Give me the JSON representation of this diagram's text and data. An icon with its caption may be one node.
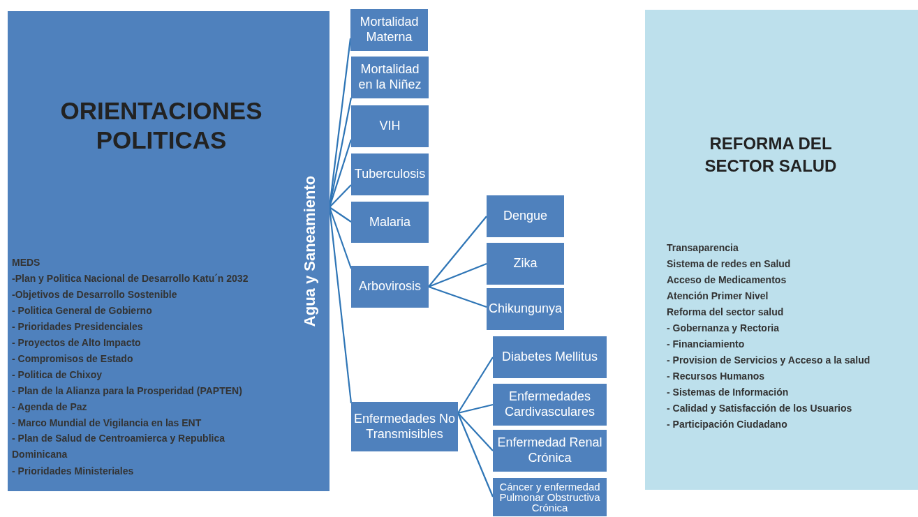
{
  "diagram": {
    "nodes": [
      {
        "text": [
          "ORIENTACIONES POLITICAS",
          "MEDS",
          "-Plan y Politica Nacional de Desarrollo Katu´n 2032",
          "-Objetivos de Desarrollo Sostenible",
          "- Politica General de Gobierno",
          "- Prioridades Presidenciales",
          "- Proyectos de Alto Impacto",
          "- Compromisos de Estado",
          "- Politica de Chixoy",
          "- Plan de la Alianza para la Prosperidad (PAPTEN)",
          "- Agenda de Paz",
          "- Marco Mundial de Vigilancia en las ENT",
          "- Plan de Salud de Centroamierca y Republica Dominicana",
          "- Prioridades Ministeriales"
        ]
      },
      {
        "text": [
          "Agua y Saneamiento"
        ],
        "in": 0
      },
      {
        "text": [
          "Mortalidad Materna"
        ]
      },
      {
        "text": [
          "Mortalidad en la Niñez"
        ]
      },
      {
        "text": [
          "VIH"
        ]
      },
      {
        "text": [
          "Tuberculosis"
        ]
      },
      {
        "text": [
          "Malaria"
        ]
      },
      {
        "text": [
          "Arbovirosis"
        ]
      },
      {
        "text": [
          "Dengue"
        ]
      },
      {
        "text": [
          "Zika"
        ]
      },
      {
        "text": [
          "Chikungunya"
        ]
      },
      {
        "text": [
          "Enfermedades No Transmisibles"
        ]
      },
      {
        "text": [
          "Diabetes Mellitus"
        ]
      },
      {
        "text": [
          "Enfermedades Cardivasculares"
        ]
      },
      {
        "text": [
          "Enfermedad Renal Crónica"
        ]
      },
      {
        "text": [
          "Cáncer y enfermedad Pulmonar Obstructiva Crónica"
        ]
      },
      {
        "text": [
          "REFORMA DEL SECTOR SALUD",
          "Transaparencia",
          "Sistema de redes en Salud",
          "Acceso de Medicamentos",
          "Atención Primer Nivel",
          "Reforma del sector salud",
          "- Gobernanza y Rectoria",
          "- Financiamiento",
          "- Provision de Servicios y Acceso a la salud",
          "- Recursos Humanos",
          "- Sistemas de Información",
          "- Calidad y Satisfacción de los Usuarios",
          "- Participación Ciudadano"
        ]
      }
    ],
    "edges": [
      {
        "from": 1,
        "to": 2,
        "arrow": "none"
      },
      {
        "from": 1,
        "to": 3,
        "arrow": "none"
      },
      {
        "from": 1,
        "to": 4,
        "arrow": "none"
      },
      {
        "from": 1,
        "to": 5,
        "arrow": "none"
      },
      {
        "from": 1,
        "to": 6,
        "arrow": "none"
      },
      {
        "from": 1,
        "to": 7,
        "arrow": "none"
      },
      {
        "from": 1,
        "to": 11,
        "arrow": "none"
      },
      {
        "from": 7,
        "to": 8,
        "arrow": "none"
      },
      {
        "from": 7,
        "to": 9,
        "arrow": "none"
      },
      {
        "from": 7,
        "to": 10,
        "arrow": "none"
      },
      {
        "from": 11,
        "to": 12,
        "arrow": "none"
      },
      {
        "from": 11,
        "to": 13,
        "arrow": "none"
      },
      {
        "from": 11,
        "to": 14,
        "arrow": "none"
      },
      {
        "from": 11,
        "to": 15,
        "arrow": "none"
      }
    ]
  }
}
